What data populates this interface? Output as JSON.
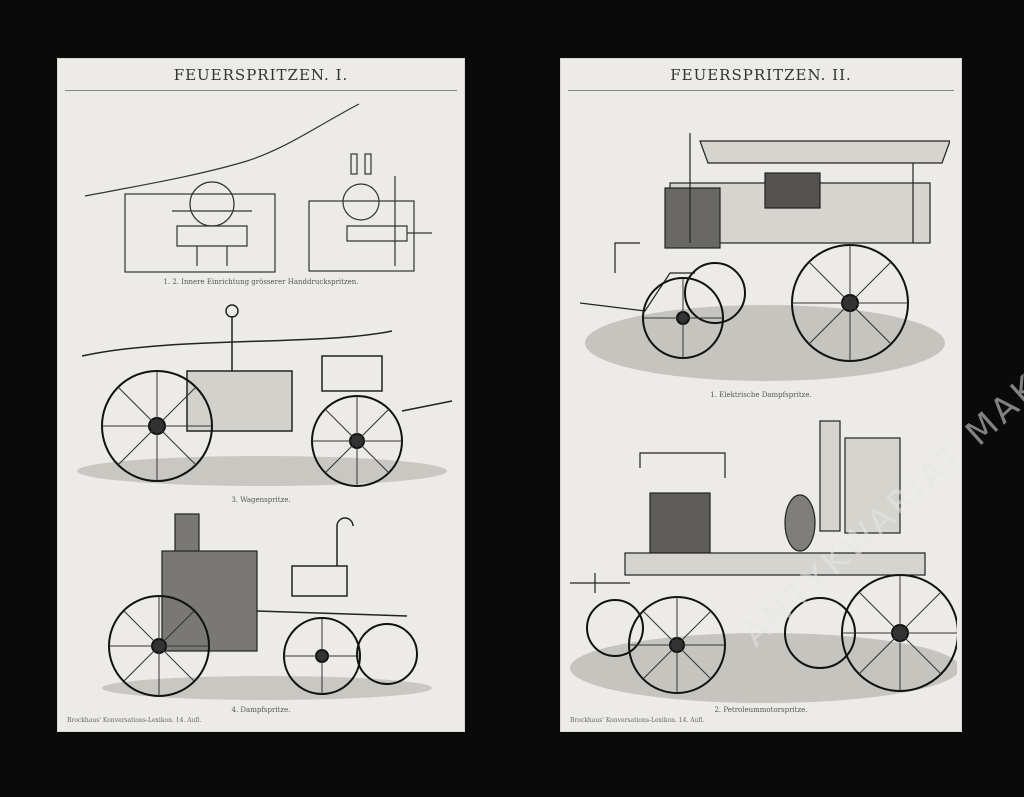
{
  "plates": [
    {
      "title": "FEUERSPRITZEN. I.",
      "captions": [
        "1. 2. Innere Einrichtung grösserer Handdruckspritzen.",
        "3. Wagenspritze.",
        "4. Dampfspritze."
      ],
      "publisher": "Brockhaus' Konversations-Lexikon. 14. Aufl."
    },
    {
      "title": "FEUERSPRITZEN. II.",
      "captions": [
        "1. Elektrische Dampfspritze.",
        "2. Petroleummotorspritze."
      ],
      "publisher": "Brockhaus' Konversations-Lexikon. 14. Aufl."
    }
  ],
  "watermark": "ANTYKWARIAT MAKULATURA SPIS AUTORAMUS",
  "colors": {
    "background": "#0a0a0a",
    "paper": "#ecebe8",
    "ink": "#333333"
  }
}
